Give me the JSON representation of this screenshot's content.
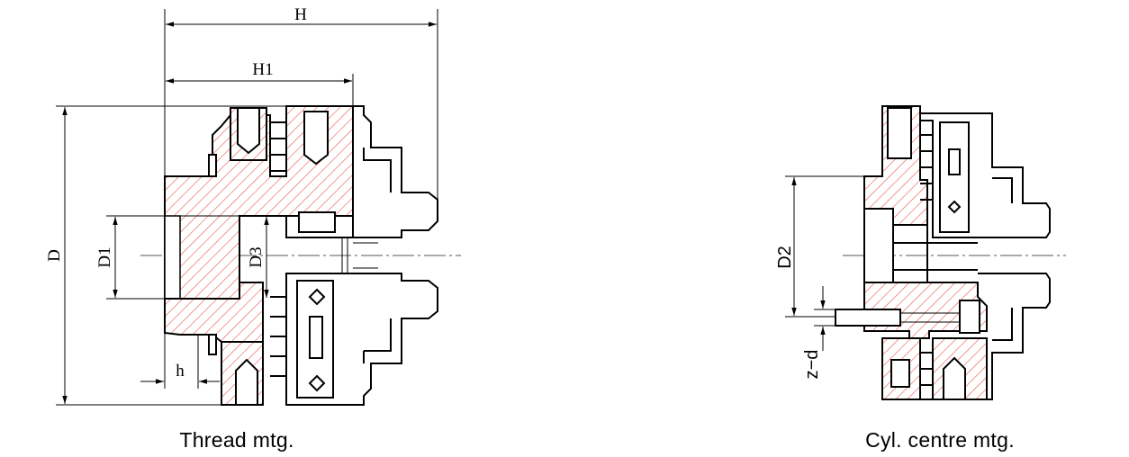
{
  "left_view": {
    "caption": "Thread mtg.",
    "dimensions": {
      "H": "H",
      "H1": "H1",
      "D": "D",
      "D1": "D1",
      "D3": "D3",
      "h": "h"
    }
  },
  "right_view": {
    "caption": "Cyl. centre mtg.",
    "dimensions": {
      "D2": "D2",
      "z_d": "z−d"
    }
  },
  "colors": {
    "hatch": "#e8584f",
    "line": "#000000"
  }
}
